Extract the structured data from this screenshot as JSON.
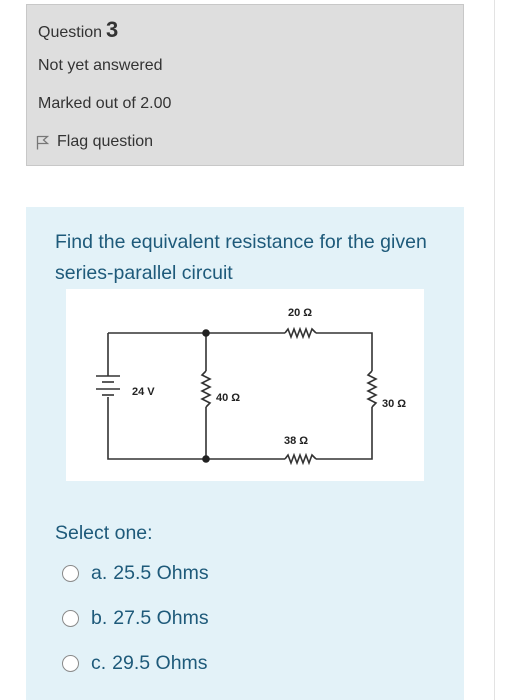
{
  "info": {
    "question_label": "Question",
    "question_number": "3",
    "status": "Not yet answered",
    "marks": "Marked out of 2.00",
    "flag_label": "Flag question"
  },
  "question": {
    "text": "Find the equivalent resistance for the given series-parallel circuit"
  },
  "circuit": {
    "source": "24 V",
    "r_parallel": "40 Ω",
    "r_top": "20 Ω",
    "r_right": "30 Ω",
    "r_bottom": "38 Ω"
  },
  "answer": {
    "prompt": "Select one:",
    "options": [
      {
        "letter": "a.",
        "text": "25.5 Ohms"
      },
      {
        "letter": "b.",
        "text": "27.5 Ohms"
      },
      {
        "letter": "c.",
        "text": "29.5 Ohms"
      }
    ]
  }
}
